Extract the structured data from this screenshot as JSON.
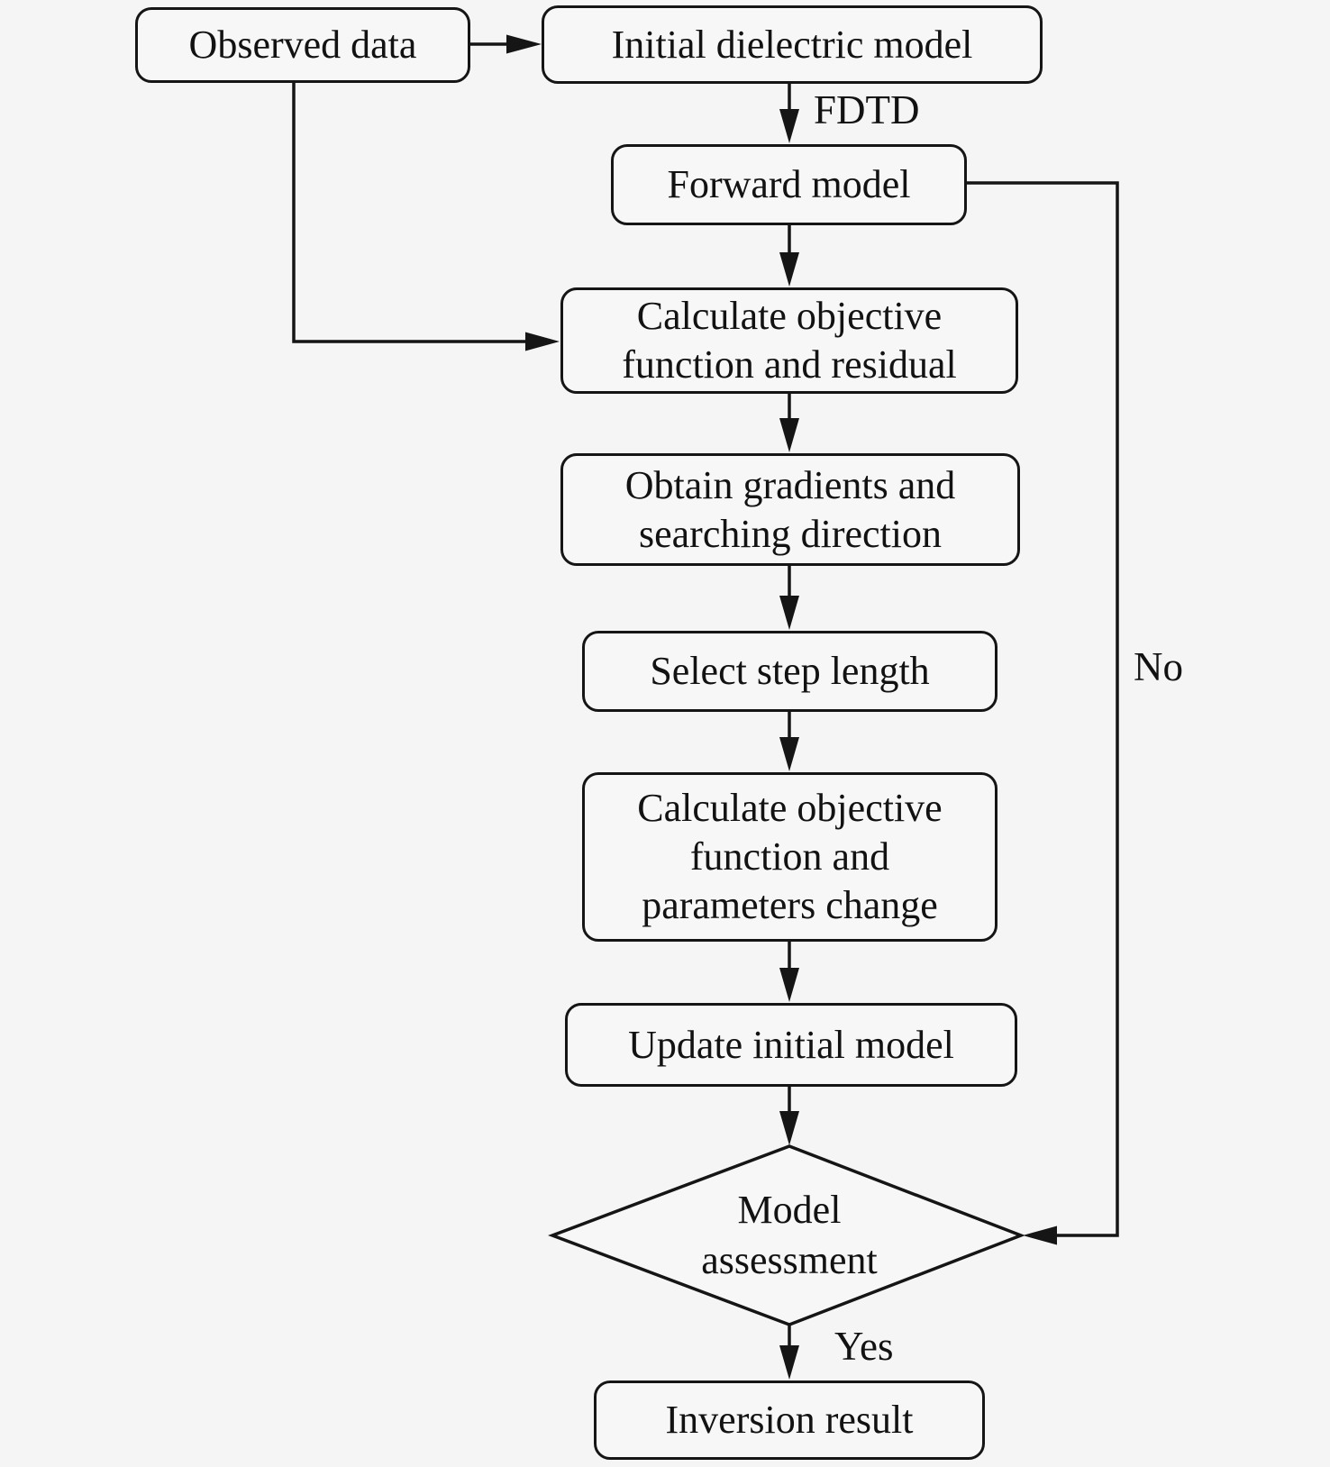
{
  "diagram": {
    "title_hint": "GPR full-waveform inversion flowchart",
    "colors": {
      "background": "#f5f5f6",
      "node_fill": "#f7f7f7",
      "stroke": "#151515",
      "text": "#121212"
    },
    "nodes": {
      "observed_data": {
        "label": "Observed data"
      },
      "initial_dielectric_model": {
        "label": "Initial dielectric model"
      },
      "forward_model": {
        "label": "Forward model"
      },
      "calculate_objective_residual": {
        "lines": [
          "Calculate objective",
          "function and residual"
        ]
      },
      "obtain_gradients": {
        "lines": [
          "Obtain gradients and",
          "searching direction"
        ]
      },
      "select_step_length": {
        "label": "Select step length"
      },
      "calculate_objective_parameters": {
        "lines": [
          "Calculate objective",
          "function and",
          "parameters change"
        ]
      },
      "update_initial_model": {
        "label": "Update initial model"
      },
      "model_assessment": {
        "lines": [
          "Model",
          "assessment"
        ]
      },
      "inversion_result": {
        "label": "Inversion result"
      }
    },
    "edge_labels": {
      "fdtd": "FDTD",
      "yes": "Yes",
      "no": "No"
    }
  }
}
